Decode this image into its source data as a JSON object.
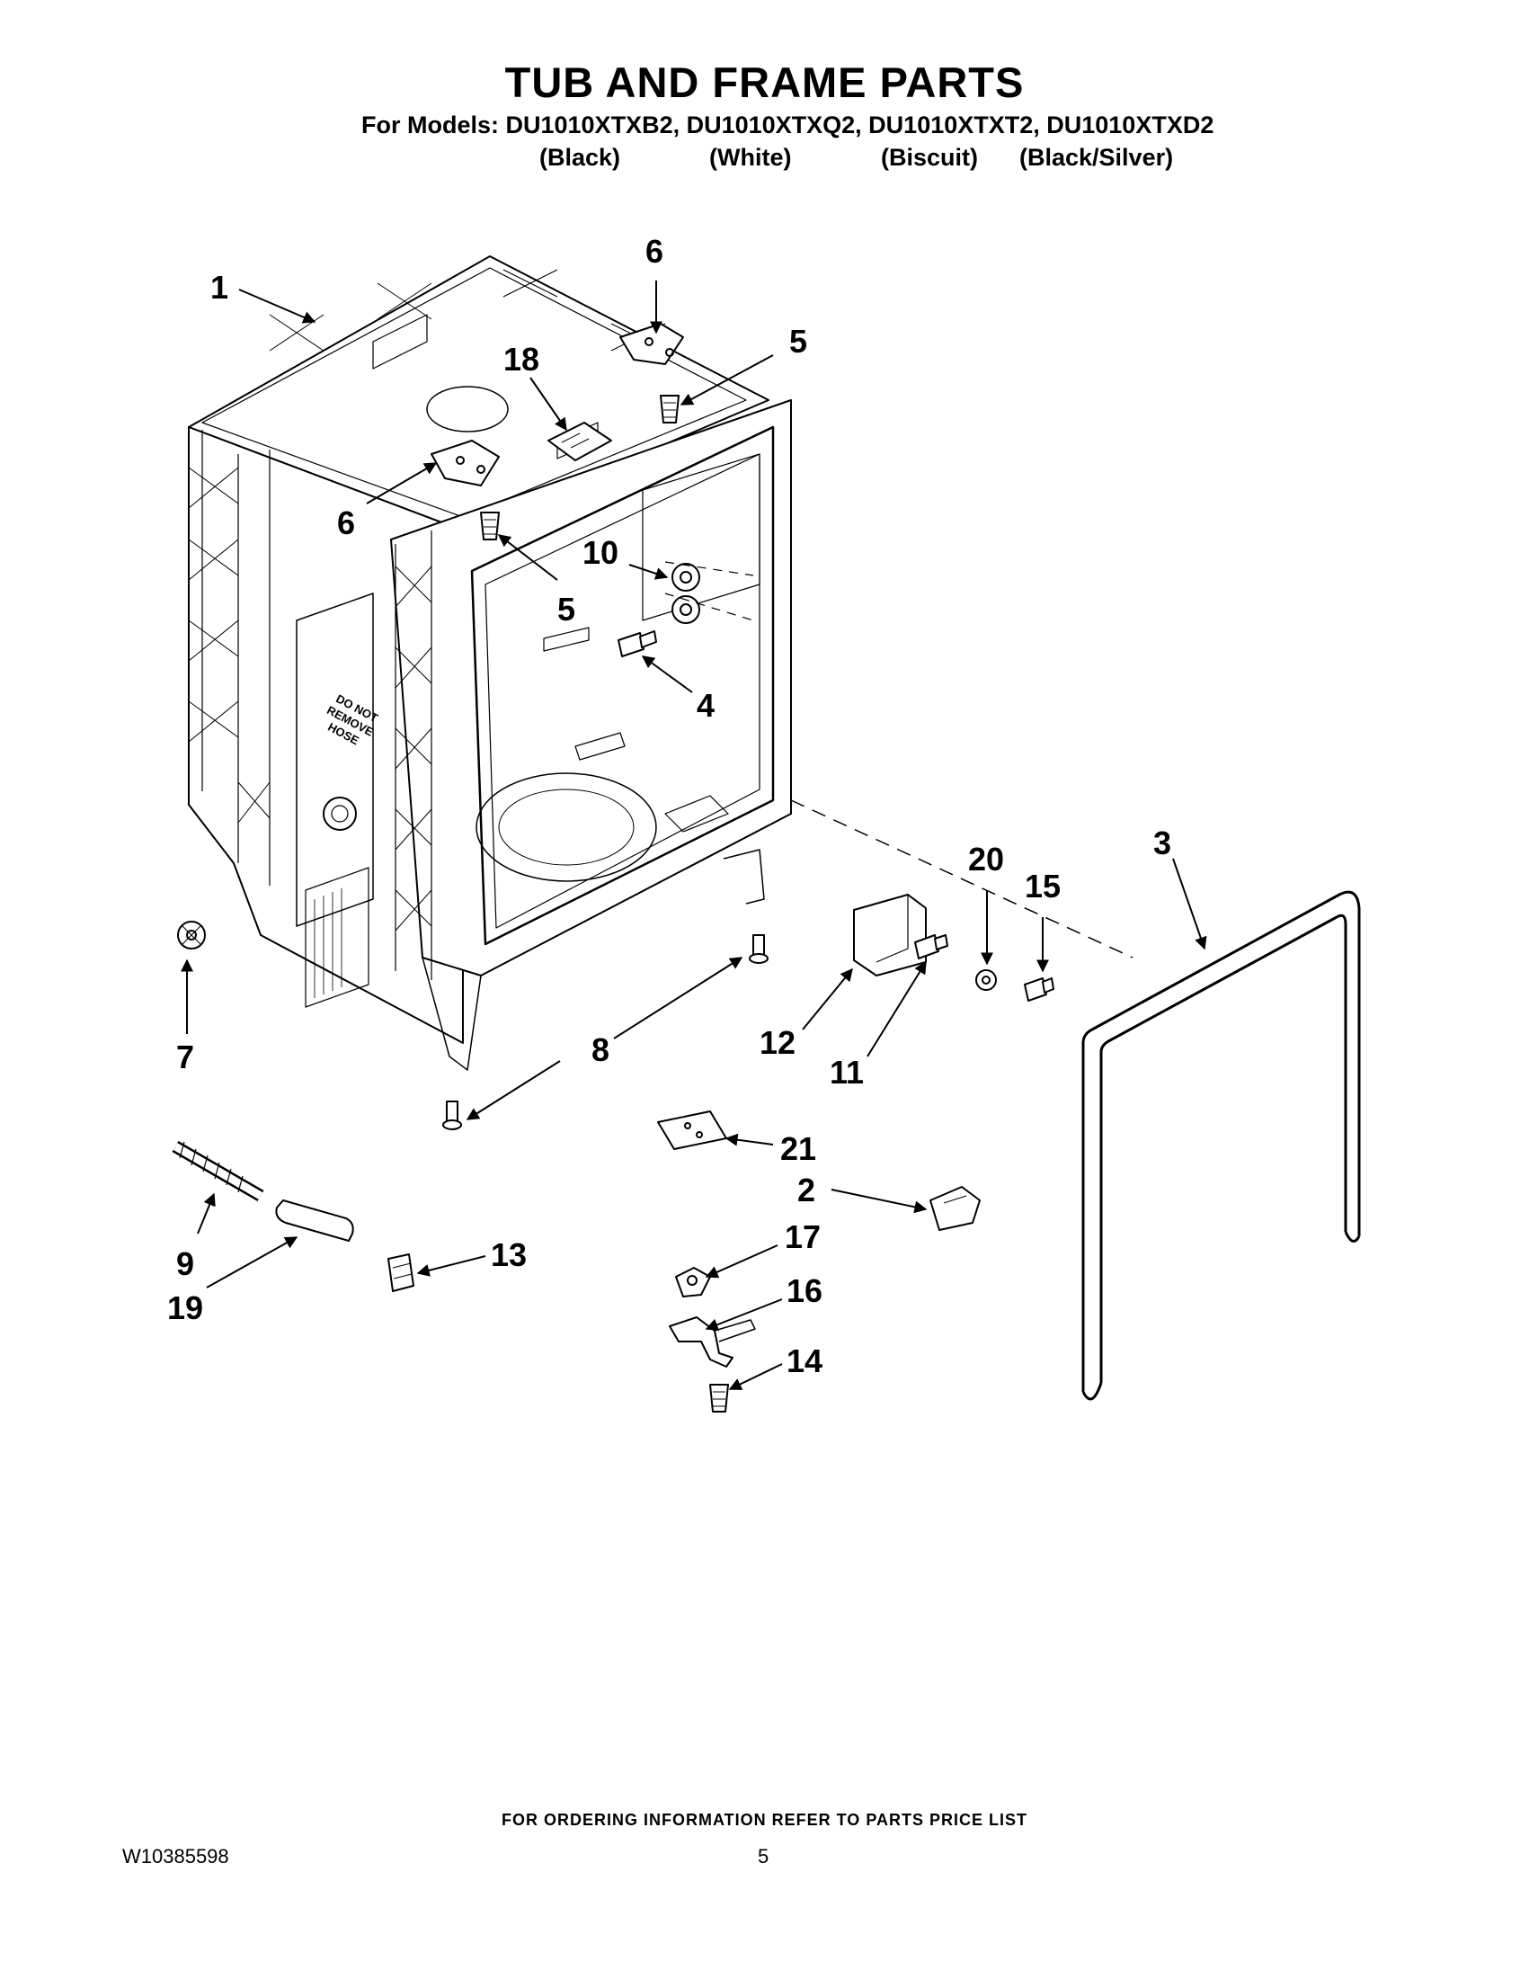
{
  "header": {
    "title": "TUB AND FRAME PARTS",
    "models_line": "For Models: DU1010XTXB2, DU1010XTXQ2, DU1010XTXT2, DU1010XTXD2",
    "colors": [
      "(Black)",
      "(White)",
      "(Biscuit)",
      "(Black/Silver)"
    ]
  },
  "callouts": {
    "tub": "1",
    "hinge_bracket_top": "6",
    "screw_top": "5",
    "vent_18": "18",
    "hinge_bracket_left": "6",
    "screw_left": "5",
    "grommet_10": "10",
    "screw_4": "4",
    "gasket_3": "3",
    "washer_20": "20",
    "screw_15": "15",
    "bracket_12": "12",
    "screw_11": "11",
    "leveling_leg_8": "8",
    "wheel_7": "7",
    "pad_21": "21",
    "clip_2": "2",
    "spring_9": "9",
    "strip_19": "19",
    "cap_13": "13",
    "part_17": "17",
    "bracket_16": "16",
    "screw_14": "14"
  },
  "labels": {
    "hose_warning": [
      "DO NOT",
      "REMOVE",
      "HOSE"
    ]
  },
  "footer": {
    "ordering_note": "FOR ORDERING INFORMATION REFER TO PARTS PRICE LIST",
    "document_number": "W10385598",
    "page_number": "5"
  }
}
